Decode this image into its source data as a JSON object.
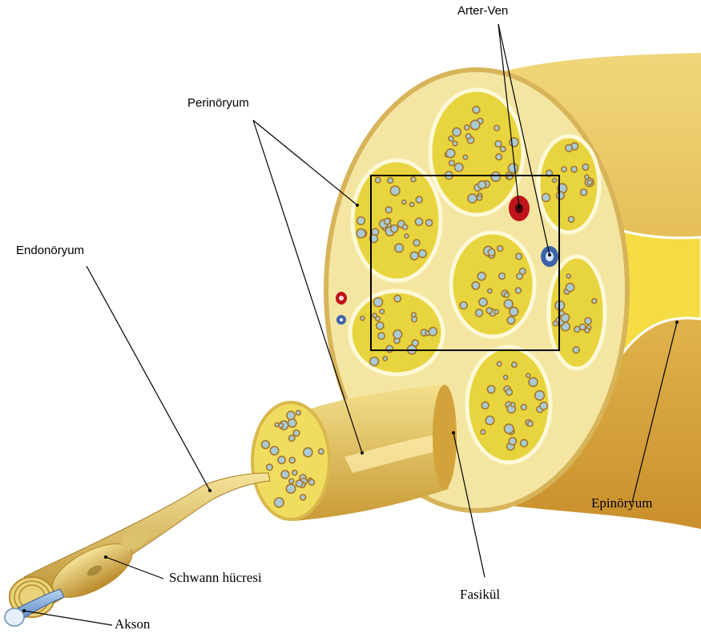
{
  "labels": {
    "arter_ven": "Arter-Ven",
    "perinoryum": "Perinöryum",
    "endonoryum": "Endonöryum",
    "epinoryum": "Epinöryum",
    "fasikul": "Fasikül",
    "schwann": "Schwann hücresi",
    "akson": "Akson"
  },
  "colors": {
    "nerve_outer": "#e8c45a",
    "nerve_shade": "#b8892a",
    "epineurium_core": "#f6e7a0",
    "fascicle_fill": "#e6d13d",
    "perineurium": "#fff6c8",
    "axon_fill": "#9cc4d0",
    "axon_ring": "#a5762a",
    "artery": "#c0141c",
    "vein": "#3c63a8",
    "axon_core": "#7da7d9"
  }
}
